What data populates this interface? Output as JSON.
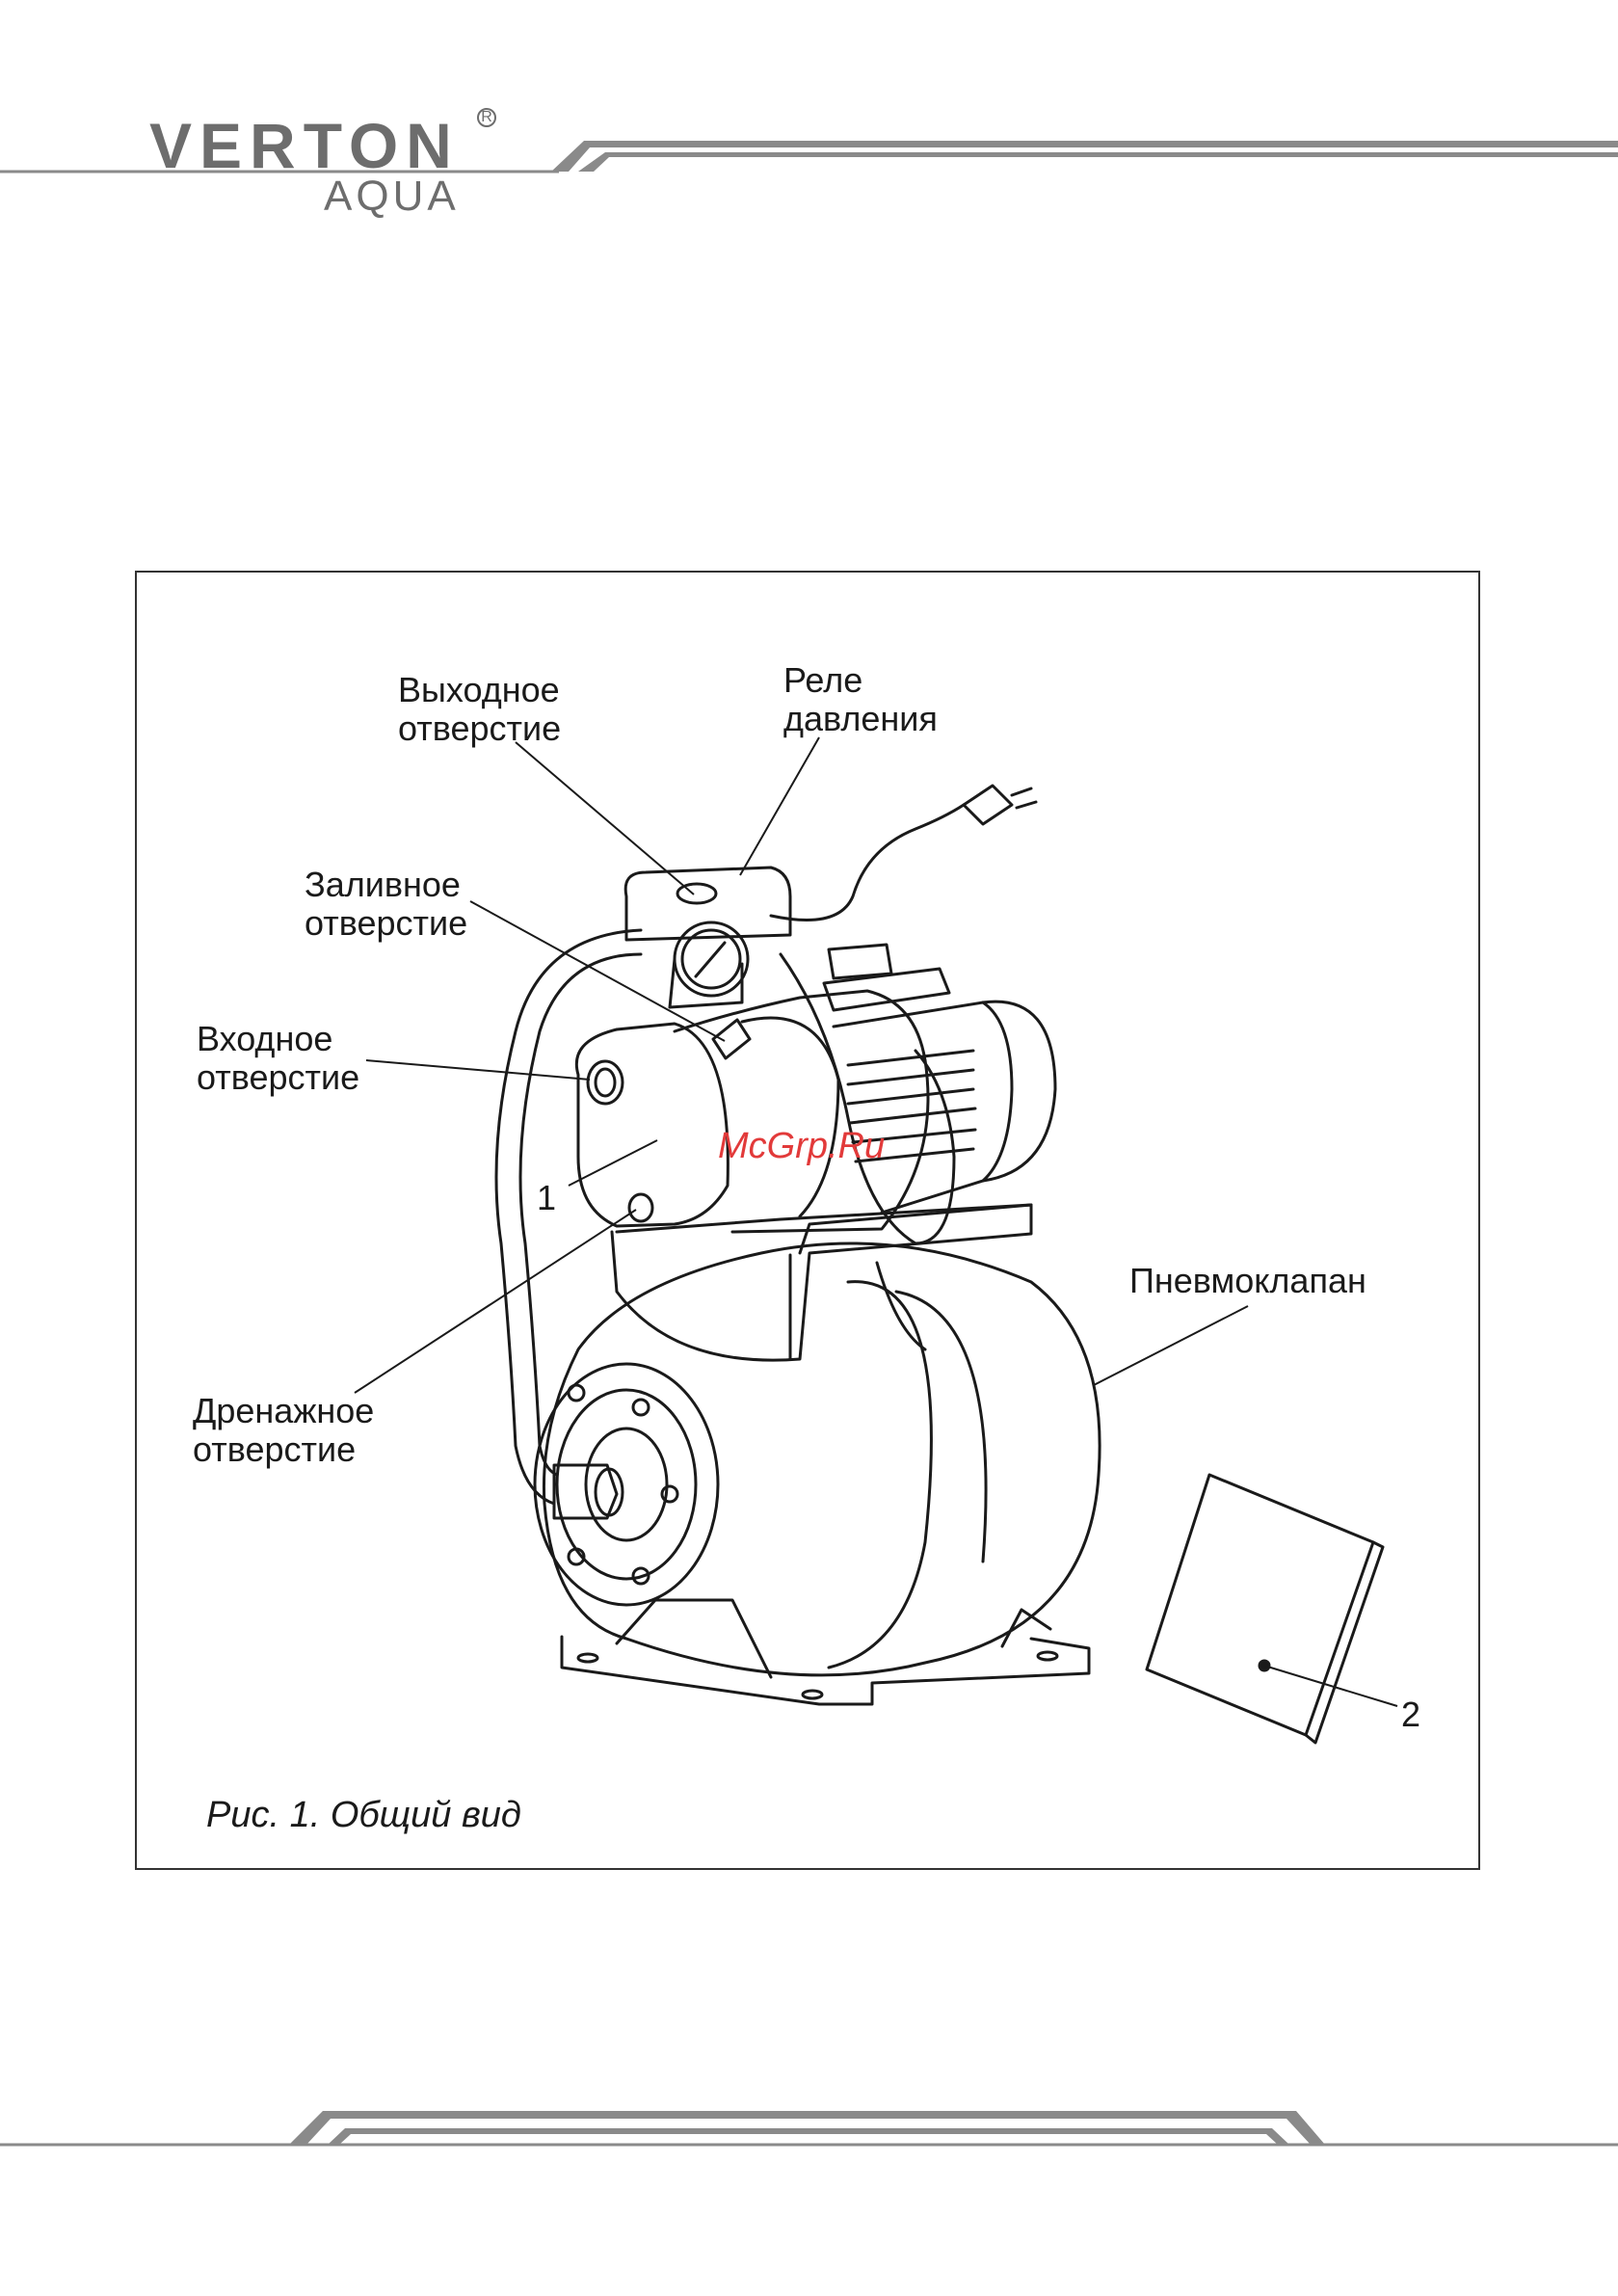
{
  "header": {
    "brand": "VERTON",
    "registered": "R",
    "sub_brand": "AQUA"
  },
  "figure": {
    "labels": {
      "outlet": [
        "Выходное",
        "отверстие"
      ],
      "relay": [
        "Реле",
        "давления"
      ],
      "filler": [
        "Заливное",
        "отверстие"
      ],
      "inlet": [
        "Входное",
        "отверстие"
      ],
      "drain": [
        "Дренажное",
        "отверстие"
      ],
      "valve": "Пневмоклапан",
      "item_1": "1",
      "item_2": "2"
    },
    "caption": "Рис. 1. Общий вид"
  },
  "watermark": "McGrp.Ru",
  "colors": {
    "line": "#1a1a1a",
    "brand_gray": "#6d6d6d",
    "watermark": "#e23a3a"
  }
}
